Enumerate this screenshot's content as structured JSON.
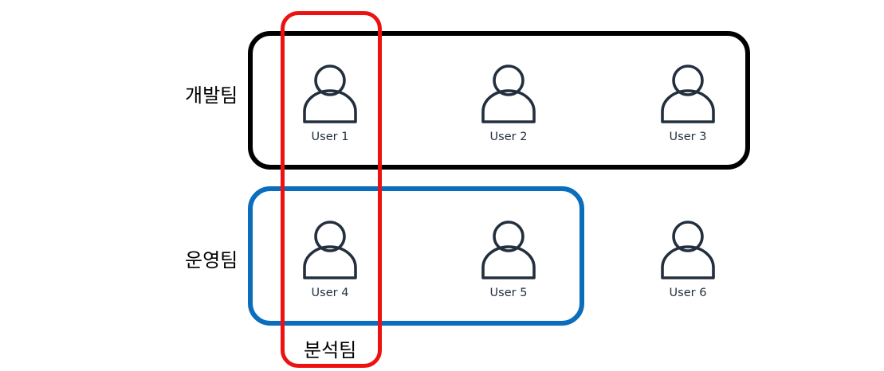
{
  "groups": {
    "dev": {
      "label": "개발팀",
      "color": "#000000",
      "members": [
        "User 1",
        "User 2",
        "User 3"
      ]
    },
    "ops": {
      "label": "운영팀",
      "color": "#0a6ebd",
      "members": [
        "User 4",
        "User 5"
      ]
    },
    "analysis": {
      "label": "분석팀",
      "color": "#ee1111",
      "members": [
        "User 1",
        "User 4"
      ]
    }
  },
  "users": [
    {
      "name": "User 1",
      "icon": "user-icon"
    },
    {
      "name": "User 2",
      "icon": "user-icon"
    },
    {
      "name": "User 3",
      "icon": "user-icon"
    },
    {
      "name": "User 4",
      "icon": "user-icon"
    },
    {
      "name": "User 5",
      "icon": "user-icon"
    },
    {
      "name": "User 6",
      "icon": "user-icon"
    }
  ],
  "icon_color": "#232f3e"
}
